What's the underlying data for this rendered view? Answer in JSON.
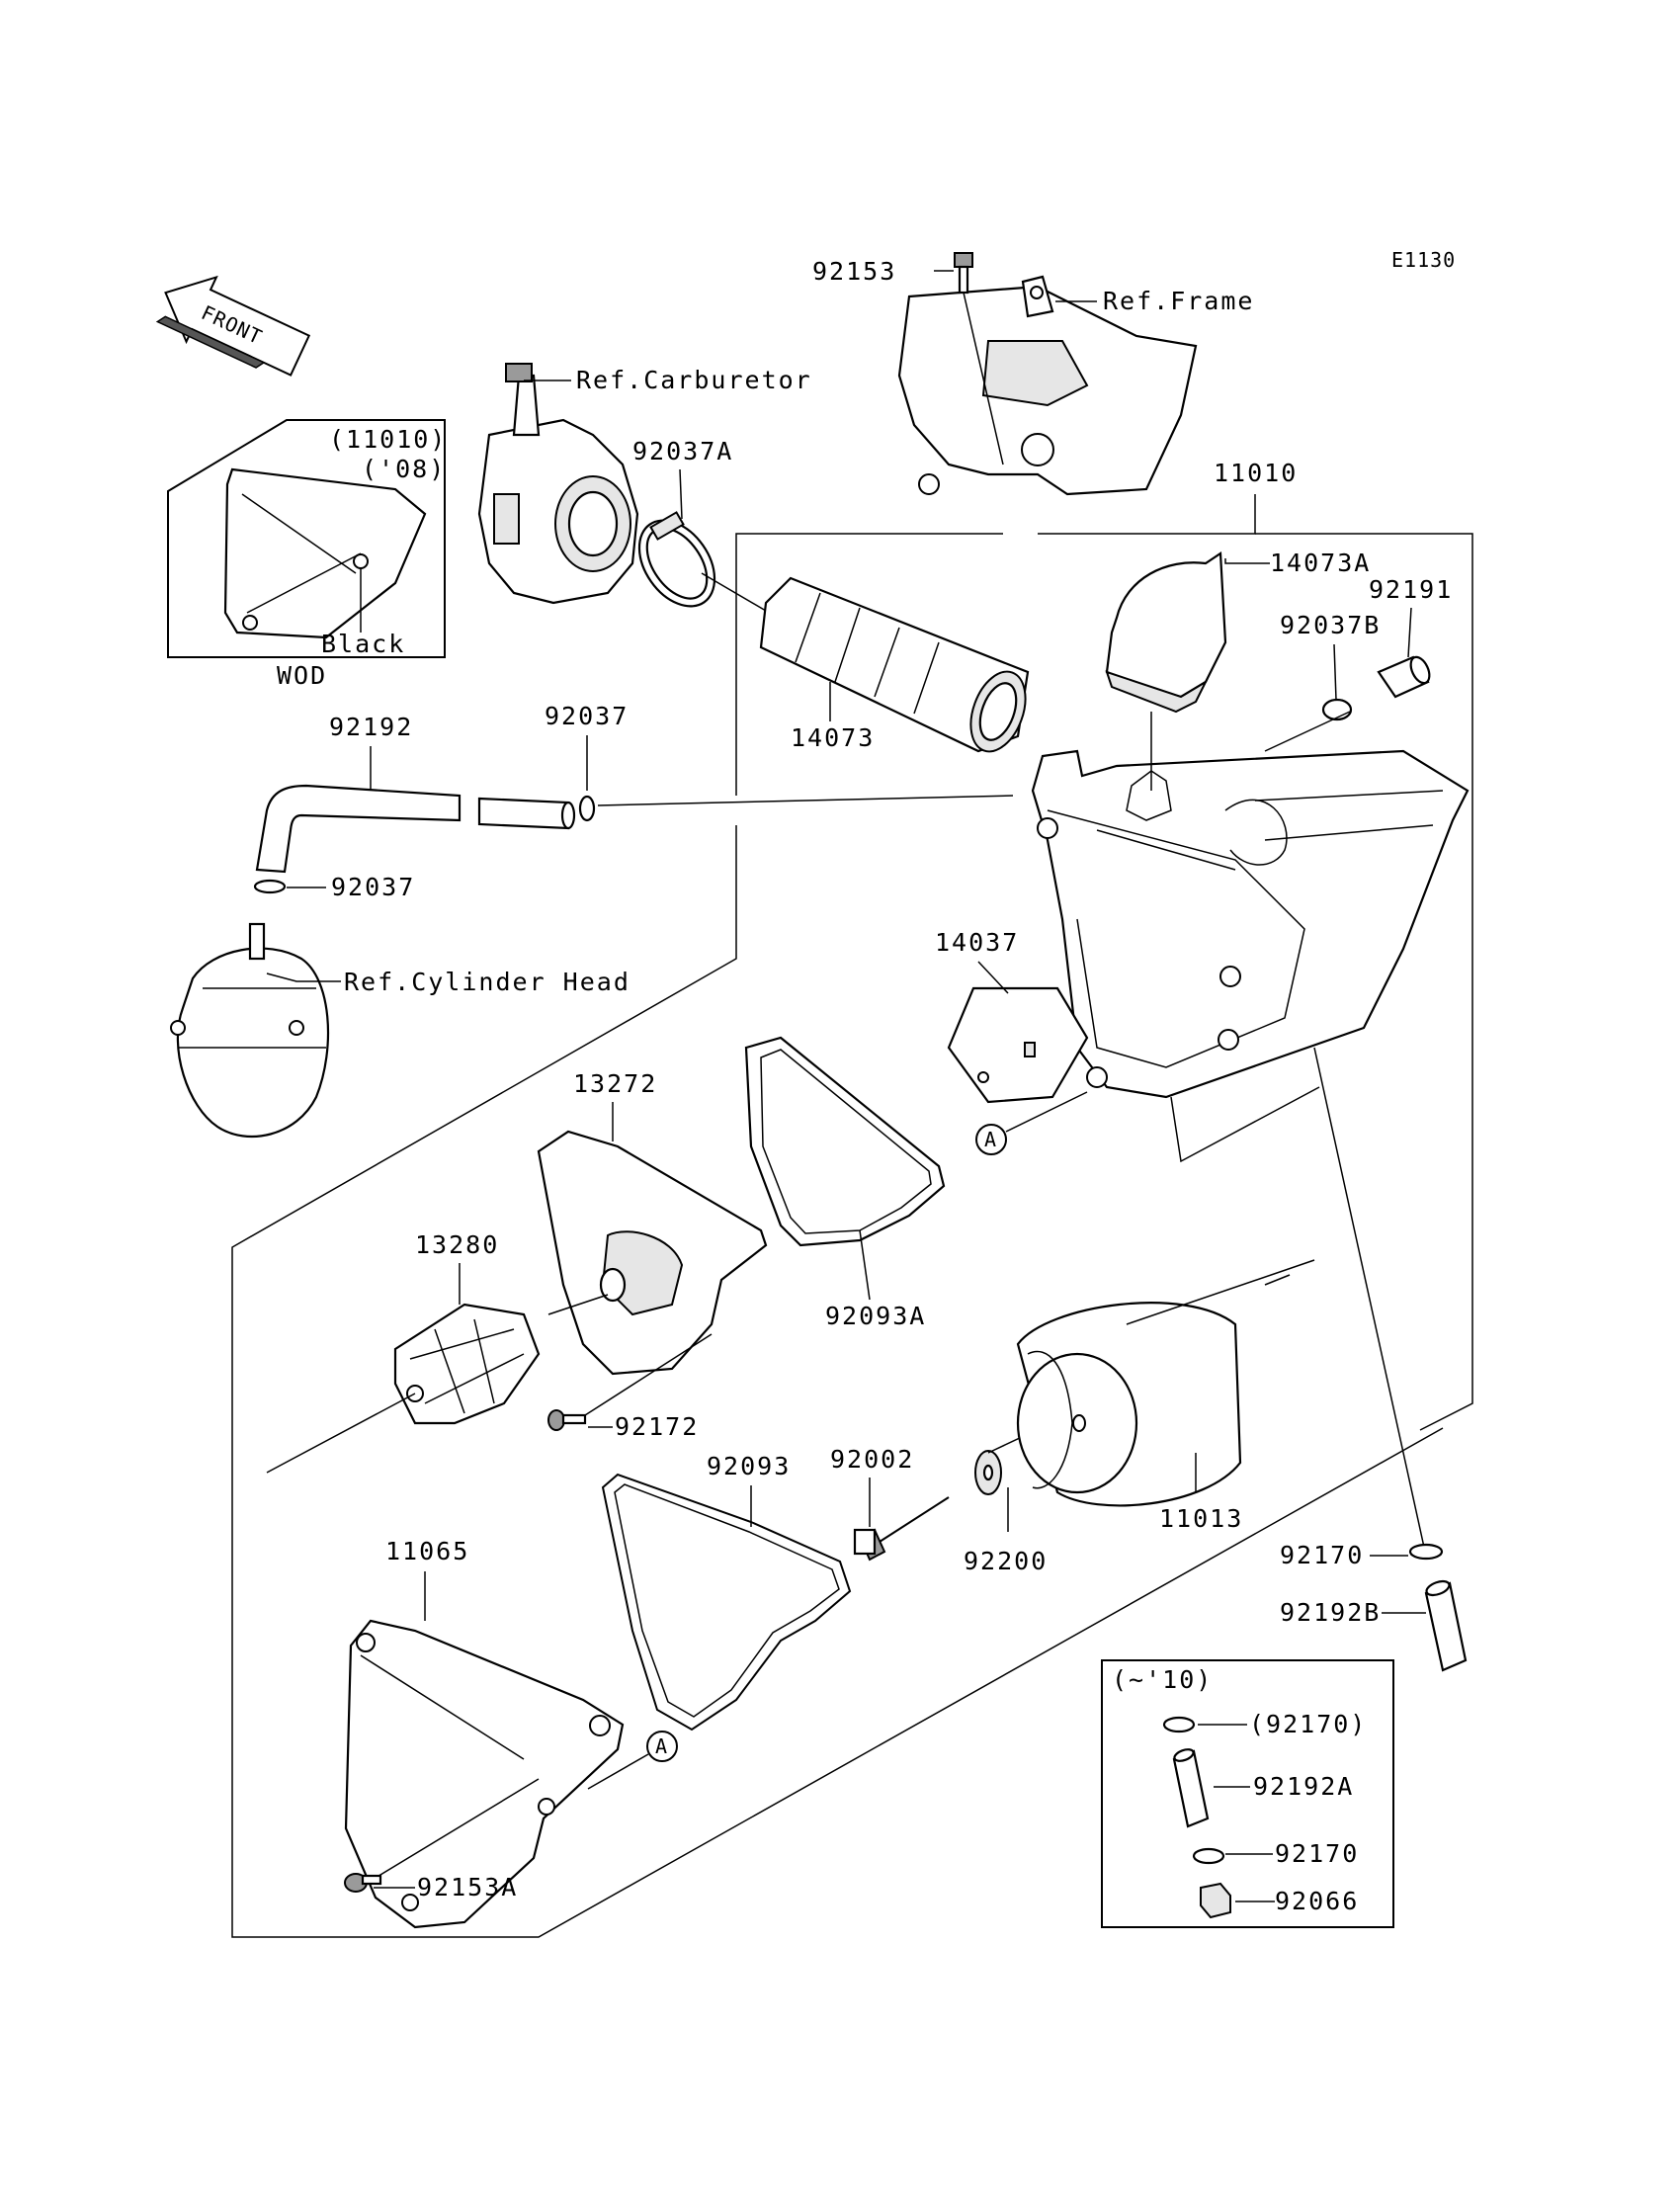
{
  "diagram_code": "E1130",
  "front_label": "FRONT",
  "refs": {
    "frame": "Ref.Frame",
    "carburetor": "Ref.Carburetor",
    "cylinder_head": "Ref.Cylinder Head"
  },
  "inset_wod": {
    "part": "(11010)",
    "year": "('08)",
    "color": "Black",
    "tag": "WOD"
  },
  "inset_10": {
    "title": "(~'10)",
    "items": [
      "(92170)",
      "92192A",
      "92170",
      "92066"
    ]
  },
  "callout_marker": "A",
  "parts": {
    "p92153": "92153",
    "p11010": "11010",
    "p92037A": "92037A",
    "p14073A": "14073A",
    "p92191": "92191",
    "p92037B": "92037B",
    "p92192": "92192",
    "p92037_top": "92037",
    "p14073": "14073",
    "p92037_low": "92037",
    "p14037": "14037",
    "p13272": "13272",
    "p13280": "13280",
    "p92093A": "92093A",
    "p92172": "92172",
    "p92093": "92093",
    "p92002": "92002",
    "p92200": "92200",
    "p11013": "11013",
    "p11065": "11065",
    "p92170": "92170",
    "p92192B": "92192B",
    "p92153A": "92153A"
  }
}
